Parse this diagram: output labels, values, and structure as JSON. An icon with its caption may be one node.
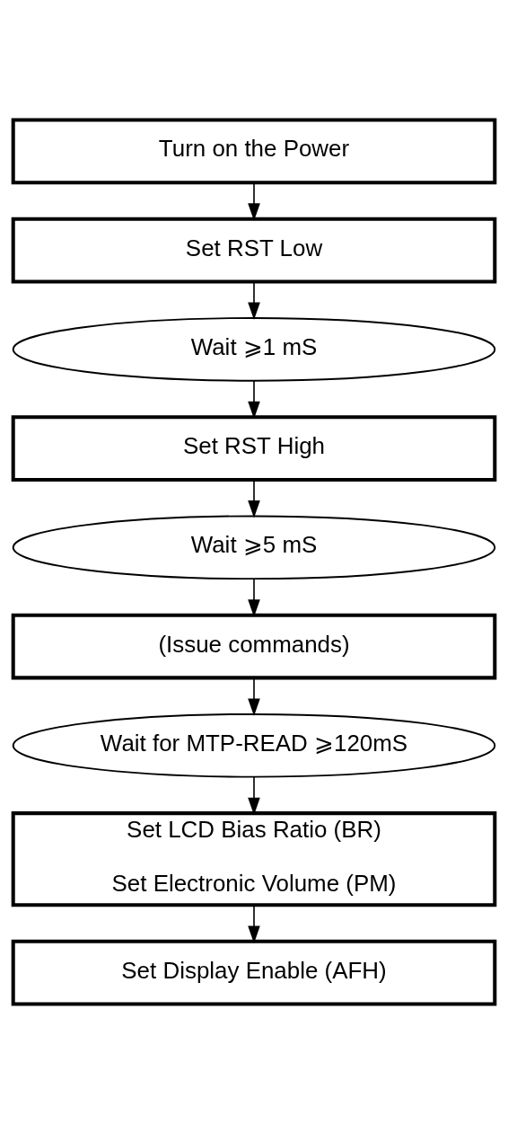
{
  "diagram": {
    "nodes": [
      {
        "text": [
          "Turn on the Power"
        ]
      },
      {
        "text": [
          "Set RST Low"
        ]
      },
      {
        "text": [
          "Wait ⩾1 mS"
        ]
      },
      {
        "text": [
          "Set RST High"
        ]
      },
      {
        "text": [
          "Wait ⩾5 mS"
        ]
      },
      {
        "text": [
          "(Issue commands)"
        ]
      },
      {
        "text": [
          "Wait for MTP-READ ⩾120mS"
        ]
      },
      {
        "text": [
          "Set LCD Bias Ratio (BR)",
          "Set Electronic Volume (PM)"
        ]
      },
      {
        "text": [
          "Set Display Enable (AFH)"
        ]
      }
    ],
    "edges": [
      {
        "from": 0,
        "to": 1,
        "arrow": "to"
      },
      {
        "from": 1,
        "to": 2,
        "arrow": "to"
      },
      {
        "from": 2,
        "to": 3,
        "arrow": "to"
      },
      {
        "from": 3,
        "to": 4,
        "arrow": "to"
      },
      {
        "from": 4,
        "to": 5,
        "arrow": "to"
      },
      {
        "from": 5,
        "to": 6,
        "arrow": "to"
      },
      {
        "from": 6,
        "to": 7,
        "arrow": "to"
      },
      {
        "from": 7,
        "to": 8,
        "arrow": "to"
      }
    ]
  }
}
